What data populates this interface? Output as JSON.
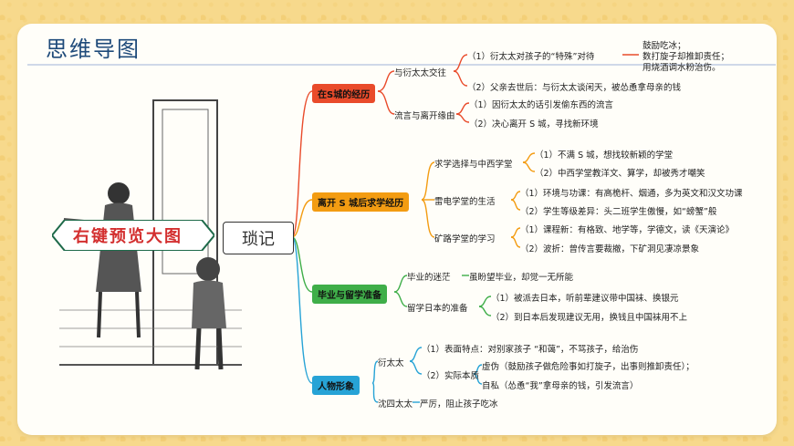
{
  "title": "思维导图",
  "center": "琐记",
  "hint": "右键预览大图",
  "colors": {
    "red": "#e94b2b",
    "orange": "#f39c12",
    "green": "#3fae49",
    "blue": "#27a3d6"
  },
  "b1": {
    "label": "在S城的经历",
    "s1": "与衍太太交往",
    "s1a": "（1）衍太太对孩子的“特殊”对待",
    "s1a_detail": [
      "鼓励吃冰；",
      "数打旋子却推卸责任；",
      "用烧酒调水粉治伤。"
    ],
    "s1b": "（2）父亲去世后：与衍太太谈闲天，被怂恿拿母亲的钱",
    "s2": "流言与离开缘由",
    "s2a": "（1）因衍太太的话引发偷东西的流言",
    "s2b": "（2）决心离开 S 城，寻找新环境"
  },
  "b2": {
    "label": "离开 S 城后求学经历",
    "s1": "求学选择与中西学堂",
    "s1a": "（1）不满 S 城，想找较新颖的学堂",
    "s1b": "（2）中西学堂教洋文、算学，却被秀才嘲笑",
    "s2": "雷电学堂的生活",
    "s2a": "（1）环境与功课：有高桅杆、烟通，多为英文和汉文功课",
    "s2b": "（2）学生等级差异：头二班学生傲慢，如“螃蟹”般",
    "s3": "矿路学堂的学习",
    "s3a": "（1）课程新：有格致、地学等，学德文，读《天演论》",
    "s3b": "（2）波折：曾传言要裁撤，下矿洞见凄凉景象"
  },
  "b3": {
    "label": "毕业与留学准备",
    "s1": "毕业的迷茫",
    "s1a": "虽盼望毕业，却觉一无所能",
    "s2": "留学日本的准备",
    "s2a": "（1）被派去日本，听前辈建议带中国袜、换银元",
    "s2b": "（2）到日本后发现建议无用，换钱且中国袜用不上"
  },
  "b4": {
    "label": "人物形象",
    "s1": "衍太太",
    "s1a": "（1）表面特点：对别家孩子 “和蔼”，不骂孩子，给治伤",
    "s1b": "（2）实际本质",
    "s1b1": "虚伪（鼓励孩子做危险事如打旋子，出事则推卸责任）；",
    "s1b2": "自私（怂恿“我”拿母亲的钱，引发流言）",
    "s2": "沈四太太",
    "s2a": "严厉，阻止孩子吃冰"
  }
}
